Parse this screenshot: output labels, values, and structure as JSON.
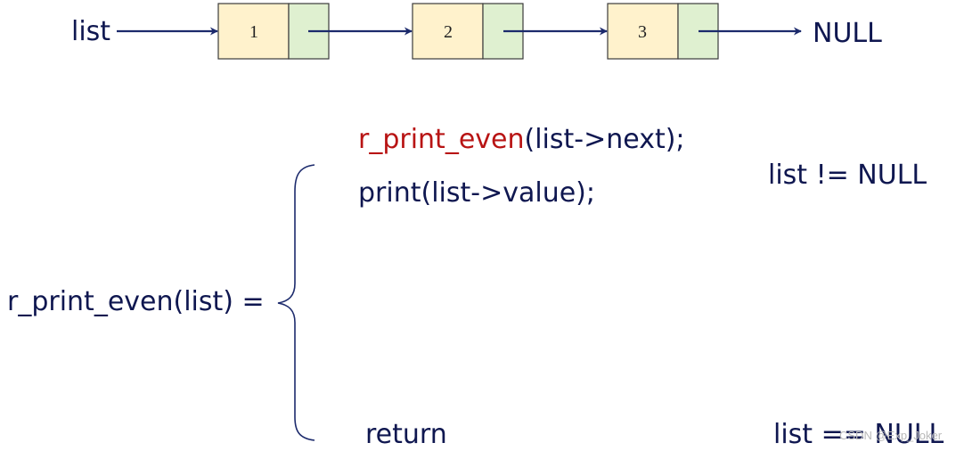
{
  "colors": {
    "text_dark": "#0f1750",
    "text_red": "#b81414",
    "arrow": "#1c2a6c",
    "node_value_fill": "#fff2cc",
    "node_next_fill": "#dff0d0"
  },
  "linked_list": {
    "head_label": "list",
    "nodes": [
      {
        "value": "1"
      },
      {
        "value": "2"
      },
      {
        "value": "3"
      }
    ],
    "terminator": "NULL"
  },
  "definition": {
    "function_call": "r_print_even(list) =",
    "recursive_case": {
      "call_name": "r_print_even",
      "call_args": "(list->next);",
      "print_stmt": "print(list->value);",
      "condition": "list != NULL"
    },
    "base_case": {
      "stmt": "return",
      "condition": "list == NULL"
    }
  },
  "watermark": "CSDN @Exp_Joker"
}
